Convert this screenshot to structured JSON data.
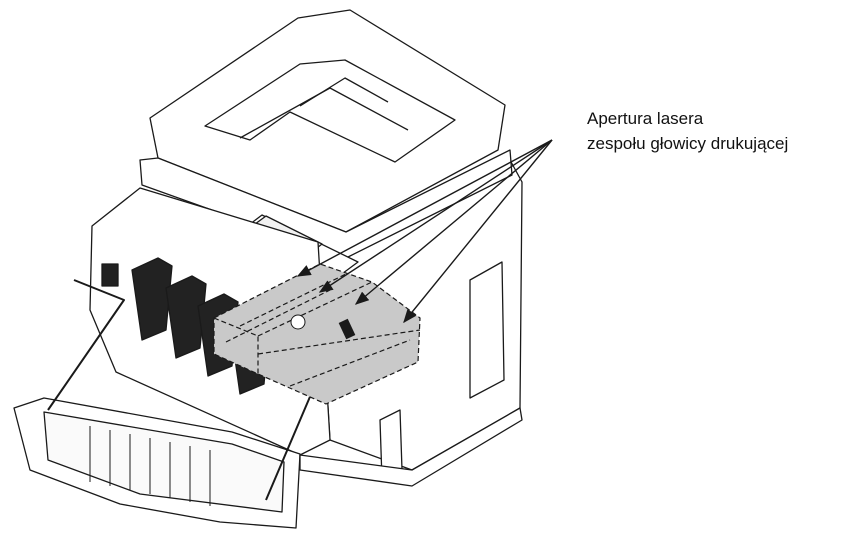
{
  "callout": {
    "line1": "Apertura lasera",
    "line2": "zespołu głowicy drukującej"
  },
  "colors": {
    "line": "#1a1a1a",
    "fill": "#ffffff",
    "highlight": "#c9c9c9",
    "cartridge": "#222222"
  },
  "icons": [
    "printer-illustration",
    "print-head-unit-highlight",
    "callout-arrows"
  ]
}
